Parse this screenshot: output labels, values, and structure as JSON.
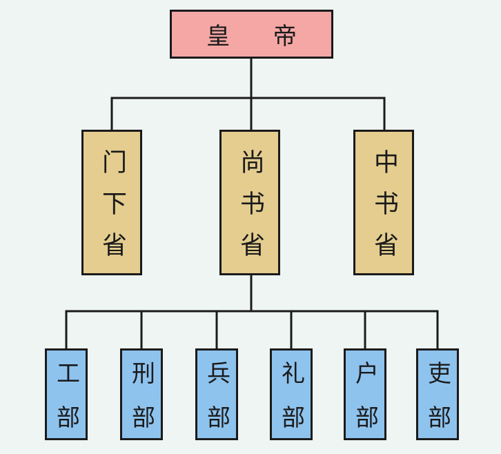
{
  "diagram": {
    "root": {
      "label": "皇 帝",
      "color": "#f4a7a5"
    },
    "departments": [
      {
        "label": "门下省",
        "color": "#e4cd8f"
      },
      {
        "label": "尚书省",
        "color": "#e4cd8f"
      },
      {
        "label": "中书省",
        "color": "#e4cd8f"
      }
    ],
    "ministries": [
      {
        "label": "工部",
        "color": "#8ec3ee"
      },
      {
        "label": "刑部",
        "color": "#8ec3ee"
      },
      {
        "label": "兵部",
        "color": "#8ec3ee"
      },
      {
        "label": "礼部",
        "color": "#8ec3ee"
      },
      {
        "label": "户部",
        "color": "#8ec3ee"
      },
      {
        "label": "吏部",
        "color": "#8ec3ee"
      }
    ],
    "connections": [
      {
        "from": "皇 帝",
        "to": "门下省"
      },
      {
        "from": "皇 帝",
        "to": "尚书省"
      },
      {
        "from": "皇 帝",
        "to": "中书省"
      },
      {
        "from": "尚书省",
        "to": "工部"
      },
      {
        "from": "尚书省",
        "to": "刑部"
      },
      {
        "from": "尚书省",
        "to": "兵部"
      },
      {
        "from": "尚书省",
        "to": "礼部"
      },
      {
        "from": "尚书省",
        "to": "户部"
      },
      {
        "from": "尚书省",
        "to": "吏部"
      }
    ]
  }
}
